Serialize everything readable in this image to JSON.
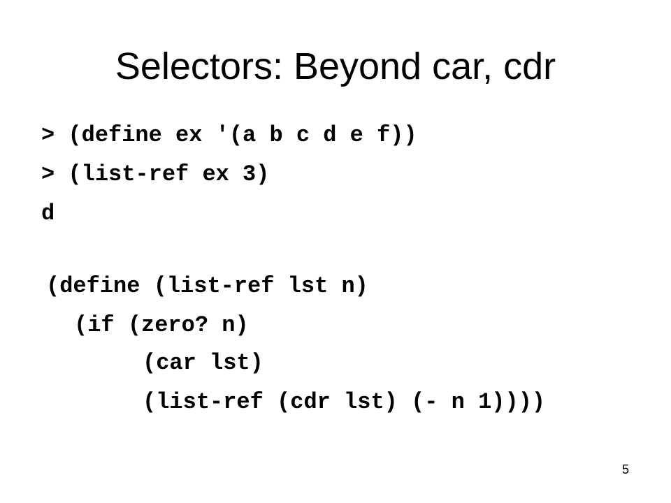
{
  "slide": {
    "title": "Selectors: Beyond car, cdr",
    "repl_lines": [
      "> (define ex '(a b c d e f))",
      "> (list-ref ex 3)",
      "d"
    ],
    "definition_lines": [
      "(define (list-ref lst n)",
      "(if (zero? n)",
      "(car lst)",
      "(list-ref (cdr lst) (- n 1))))"
    ],
    "page_number": "5"
  }
}
